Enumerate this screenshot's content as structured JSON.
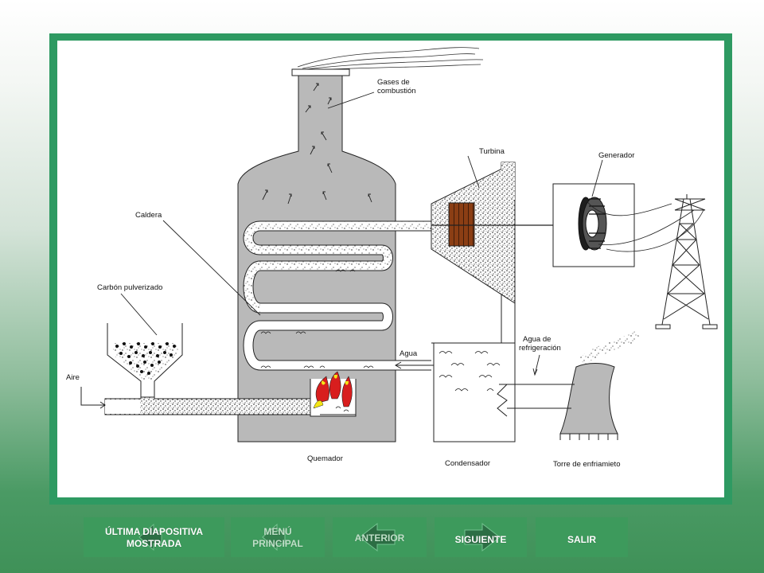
{
  "diagram": {
    "labels": {
      "gases": [
        "Gases de",
        "combustión"
      ],
      "turbina": "Turbina",
      "generador": "Generador",
      "caldera": "Caldera",
      "carbon": "Carbón pulverizado",
      "aire": "Aire",
      "agua": "Agua",
      "agua_refrig": [
        "Agua de",
        "refrigeración"
      ],
      "quemador": "Quemador",
      "condensador": "Condensador",
      "torre": "Torre de enfriamieto"
    }
  },
  "nav": {
    "last_slide": [
      "ÚLTIMA DIAPOSITIVA",
      "MOSTRADA"
    ],
    "main_menu": [
      "MENÚ",
      "PRINCIPAL"
    ],
    "previous": "ANTERIOR",
    "next": "SIGUIENTE",
    "exit": "SALIR"
  },
  "colors": {
    "frame": "#2e9a62",
    "nav_button": "#3d9a5c",
    "boiler_gray": "#b9b9b9",
    "turbine_brown": "#8b3e14",
    "flame_red": "#d81e1e",
    "flame_yellow": "#f3e516"
  },
  "icons": [
    "arrow-left-icon",
    "arrow-right-icon"
  ]
}
